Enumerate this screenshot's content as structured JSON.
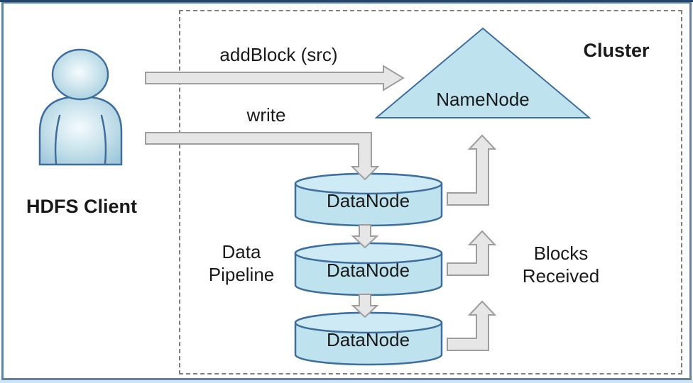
{
  "diagram": {
    "cluster_label": "Cluster",
    "client_label": "HDFS Client",
    "client_icon": "person-icon",
    "namenode_label": "NameNode",
    "namenode_icon": "triangle-node-icon",
    "datanode_icon": "database-cylinder-icon",
    "datanode_labels": [
      "DataNode",
      "DataNode",
      "DataNode"
    ],
    "arrow_labels": {
      "add_block": "addBlock (src)",
      "write": "write"
    },
    "data_pipeline": {
      "line1": "Data",
      "line2": "Pipeline"
    },
    "blocks_received": {
      "line1": "Blocks",
      "line2": "Received"
    },
    "colors": {
      "node_fill": "#bfe2ef",
      "node_fill_light": "#cdeaf5",
      "node_stroke": "#3e6e9e",
      "arrow_fill": "#e6e6e6",
      "arrow_stroke": "#9e9e9e",
      "frame_border": "#5f82a5",
      "frame_top": "#24436b",
      "bottom_strip": "#cfe4f2",
      "cluster_border_dash": "#7f7f7f",
      "text": "#1a1a1a"
    }
  }
}
